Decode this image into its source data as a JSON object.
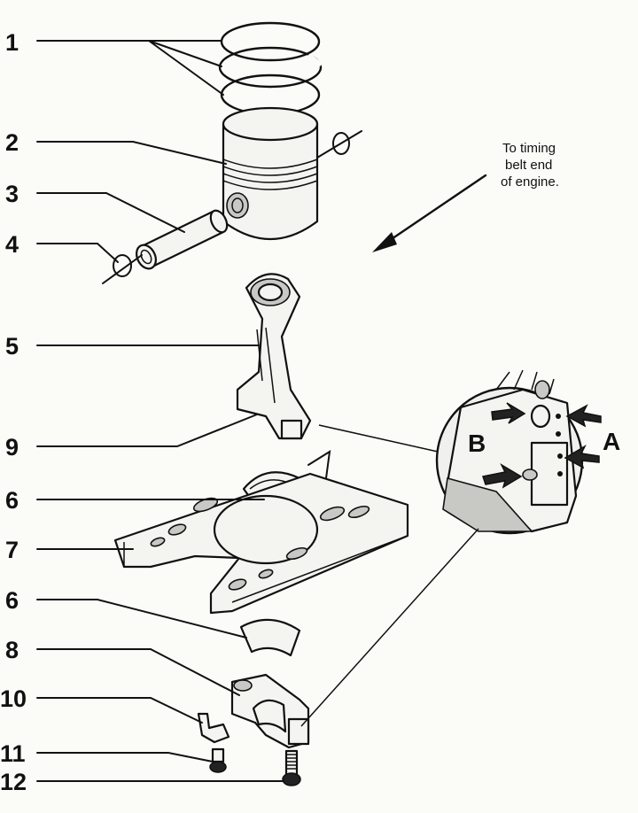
{
  "callouts": [
    {
      "id": "1",
      "label": "1"
    },
    {
      "id": "2",
      "label": "2"
    },
    {
      "id": "3",
      "label": "3"
    },
    {
      "id": "4",
      "label": "4"
    },
    {
      "id": "5",
      "label": "5"
    },
    {
      "id": "9",
      "label": "9"
    },
    {
      "id": "6a",
      "label": "6"
    },
    {
      "id": "7",
      "label": "7"
    },
    {
      "id": "6b",
      "label": "6"
    },
    {
      "id": "8",
      "label": "8"
    },
    {
      "id": "10",
      "label": "10"
    },
    {
      "id": "11",
      "label": "11"
    },
    {
      "id": "12",
      "label": "12"
    }
  ],
  "note": {
    "line1": "To timing",
    "line2": "belt  end",
    "line3": "of engine."
  },
  "detail": {
    "label_a": "A",
    "label_b": "B"
  }
}
